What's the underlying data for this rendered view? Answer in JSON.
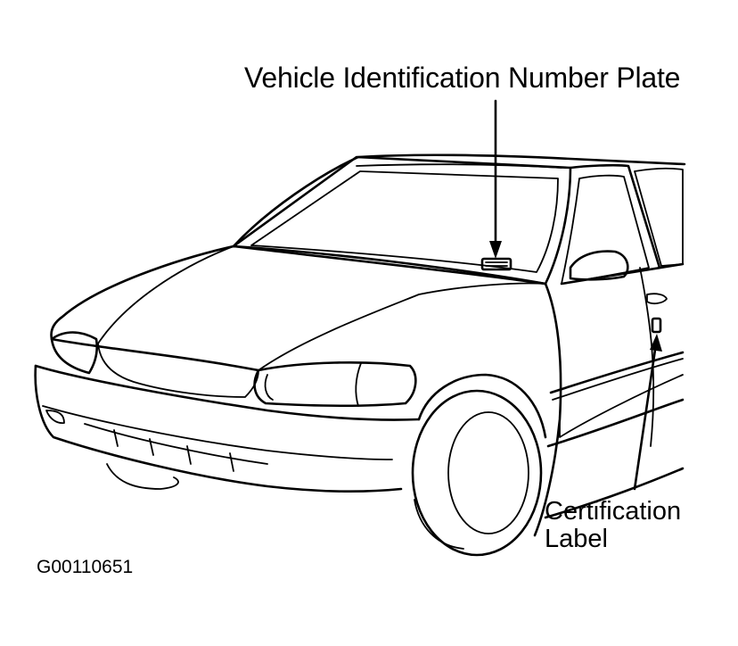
{
  "callouts": {
    "vin_plate": "Vehicle Identification Number Plate",
    "certification_label_line1": "Certification",
    "certification_label_line2": "Label"
  },
  "figure_id": "G00110651"
}
